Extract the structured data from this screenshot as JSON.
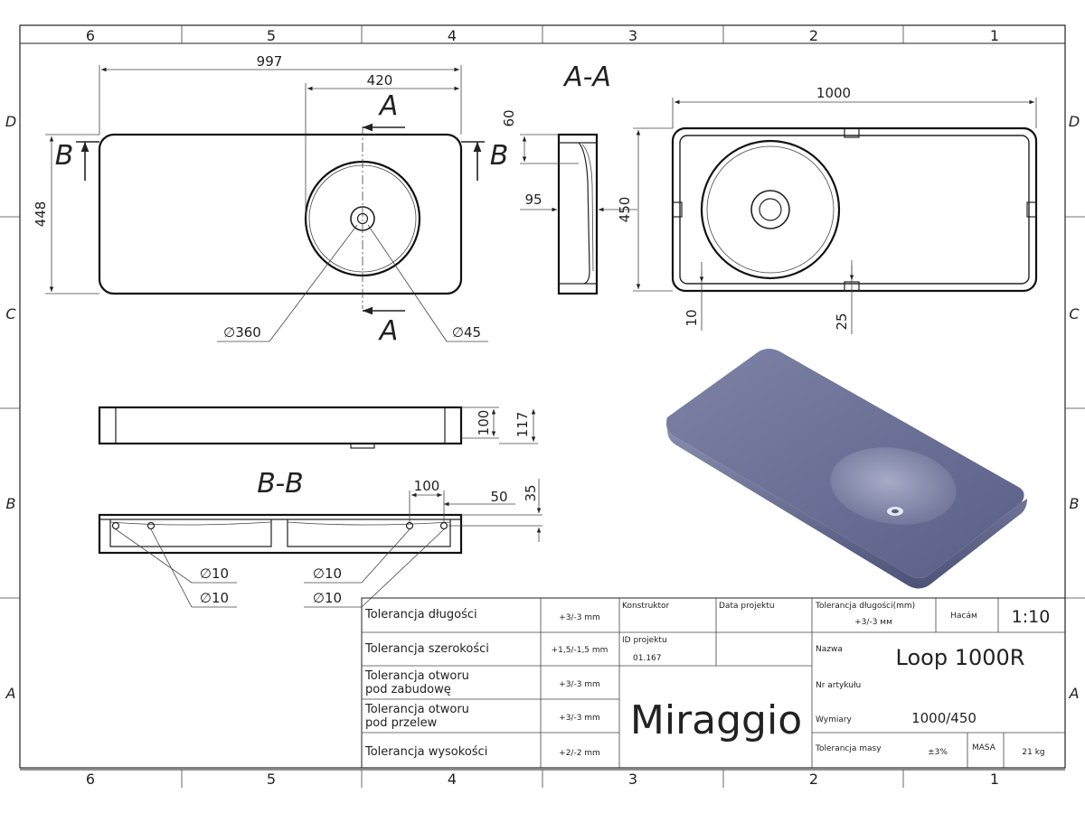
{
  "frame": {
    "columns": [
      "6",
      "5",
      "4",
      "3",
      "2",
      "1"
    ],
    "rows": [
      "D",
      "C",
      "B",
      "A"
    ]
  },
  "views": {
    "top": {
      "width": "997",
      "basin_offset": "420",
      "height": "448",
      "basin_dia": "∅360",
      "drain_dia": "∅45",
      "cut_a": "A",
      "cut_b": "B"
    },
    "section_aa": {
      "title": "A-A",
      "dim_60": "60",
      "dim_95": "95"
    },
    "bottom": {
      "width": "1000",
      "height": "450",
      "dim_10": "10",
      "dim_25": "25"
    },
    "front": {
      "dim_100": "100",
      "dim_117": "117"
    },
    "section_bb": {
      "title": "B-B",
      "dim_100": "100",
      "dim_50": "50",
      "dim_35": "35",
      "holes": [
        "∅10",
        "∅10",
        "∅10",
        "∅10"
      ]
    }
  },
  "title_block": {
    "tolerances": [
      {
        "label": [
          "Tolerancja długości"
        ],
        "value": "+3/-3 mm"
      },
      {
        "label": [
          "Tolerancja szerokości"
        ],
        "value": "+1,5/-1,5 mm"
      },
      {
        "label": [
          "Tolerancja otworu",
          "pod zabudowę"
        ],
        "value": "+3/-3 mm"
      },
      {
        "label": [
          "Tolerancja otworu",
          "pod przelew"
        ],
        "value": "+3/-3 mm"
      },
      {
        "label": [
          "Tolerancja wysokości"
        ],
        "value": "+2/-2 mm"
      }
    ],
    "konstruktor_label": "Konstruktor",
    "data_projektu_label": "Data projektu",
    "id_projektu_label": "ID projektu",
    "id_projektu_value": "01.167",
    "brand": "Miraggio",
    "tol_len_label": "Tolerancja długości(mm)",
    "tol_len_value": "+3/-3 мм",
    "hacam_label": "Насáм",
    "scale": "1:10",
    "nazwa_label": "Nazwa",
    "nazwa_value": "Loop 1000R",
    "nr_label": "Nr artykułu",
    "wymiary_label": "Wymiary",
    "wymiary_value": "1000/450",
    "tol_masy_label": "Tolerancja masy",
    "tol_masy_value": "±3%",
    "masa_label": "MASA",
    "masa_value": "21 kg"
  }
}
